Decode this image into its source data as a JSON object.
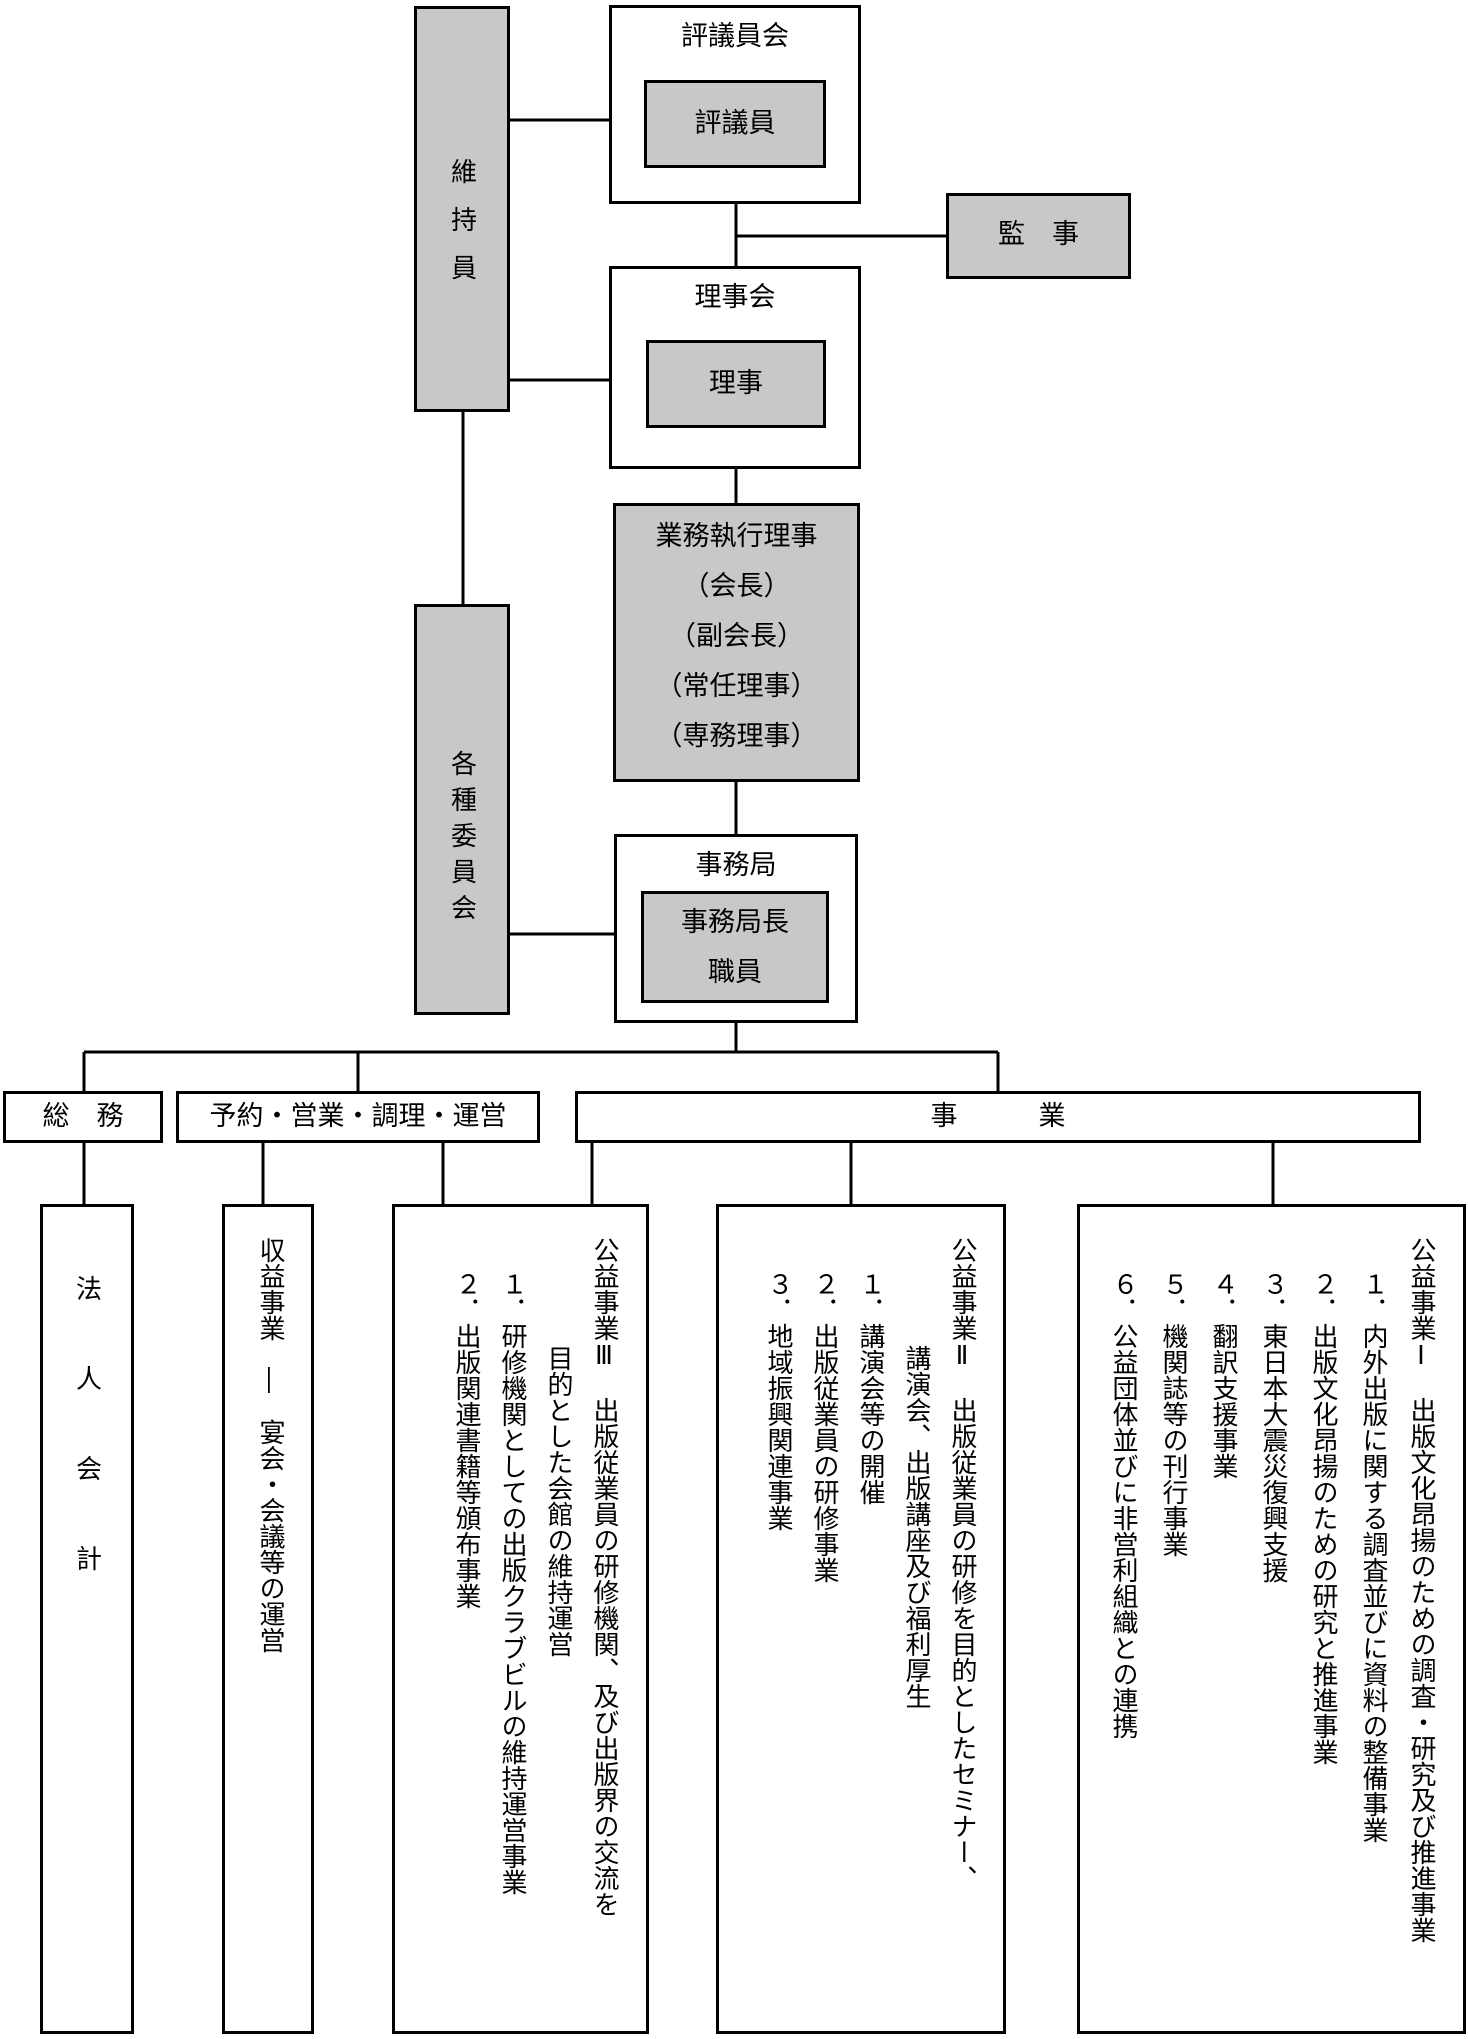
{
  "council": {
    "title": "評議員会",
    "member": "評議員"
  },
  "supporters": {
    "label": "維持員"
  },
  "auditor": {
    "label": "監　事"
  },
  "board": {
    "title": "理事会",
    "member": "理事"
  },
  "executives": {
    "lines": [
      "業務執行理事",
      "（会長）",
      "（副会長）",
      "（常任理事）",
      "（専務理事）"
    ]
  },
  "committees": {
    "label": "各種委員会"
  },
  "secretariat": {
    "title": "事務局",
    "lines": [
      "事務局長",
      "職員"
    ]
  },
  "divisions": {
    "general": "総　務",
    "operations": "予約・営業・調理・運営",
    "business": "事　　　業"
  },
  "units": {
    "accounting": "法人会計",
    "revenue": "収益事業　―　宴会・会議等の運営",
    "public3": {
      "title": "公益事業Ⅲ　出版従業員の研修機関、及び出版界の交流を",
      "subtitle": "目的とした会館の維持運営",
      "items": [
        "１．研修機関としての出版クラブビルの維持運営事業",
        "２．出版関連書籍等頒布事業"
      ]
    },
    "public2": {
      "title": "公益事業Ⅱ　出版従業員の研修を目的としたセミナー、",
      "subtitle": "講演会、出版講座及び福利厚生",
      "items": [
        "１．講演会等の開催",
        "２．出版従業員の研修事業",
        "３．地域振興関連事業"
      ]
    },
    "public1": {
      "title": "公益事業Ⅰ　出版文化昂揚のための調査・研究及び推進事業",
      "items": [
        "１．内外出版に関する調査並びに資料の整備事業",
        "２．出版文化昂揚のための研究と推進事業",
        "３．東日本大震災復興支援",
        "４．翻訳支援事業",
        "５．機関誌等の刊行事業",
        "６．公益団体並びに非営利組織との連携"
      ]
    }
  }
}
